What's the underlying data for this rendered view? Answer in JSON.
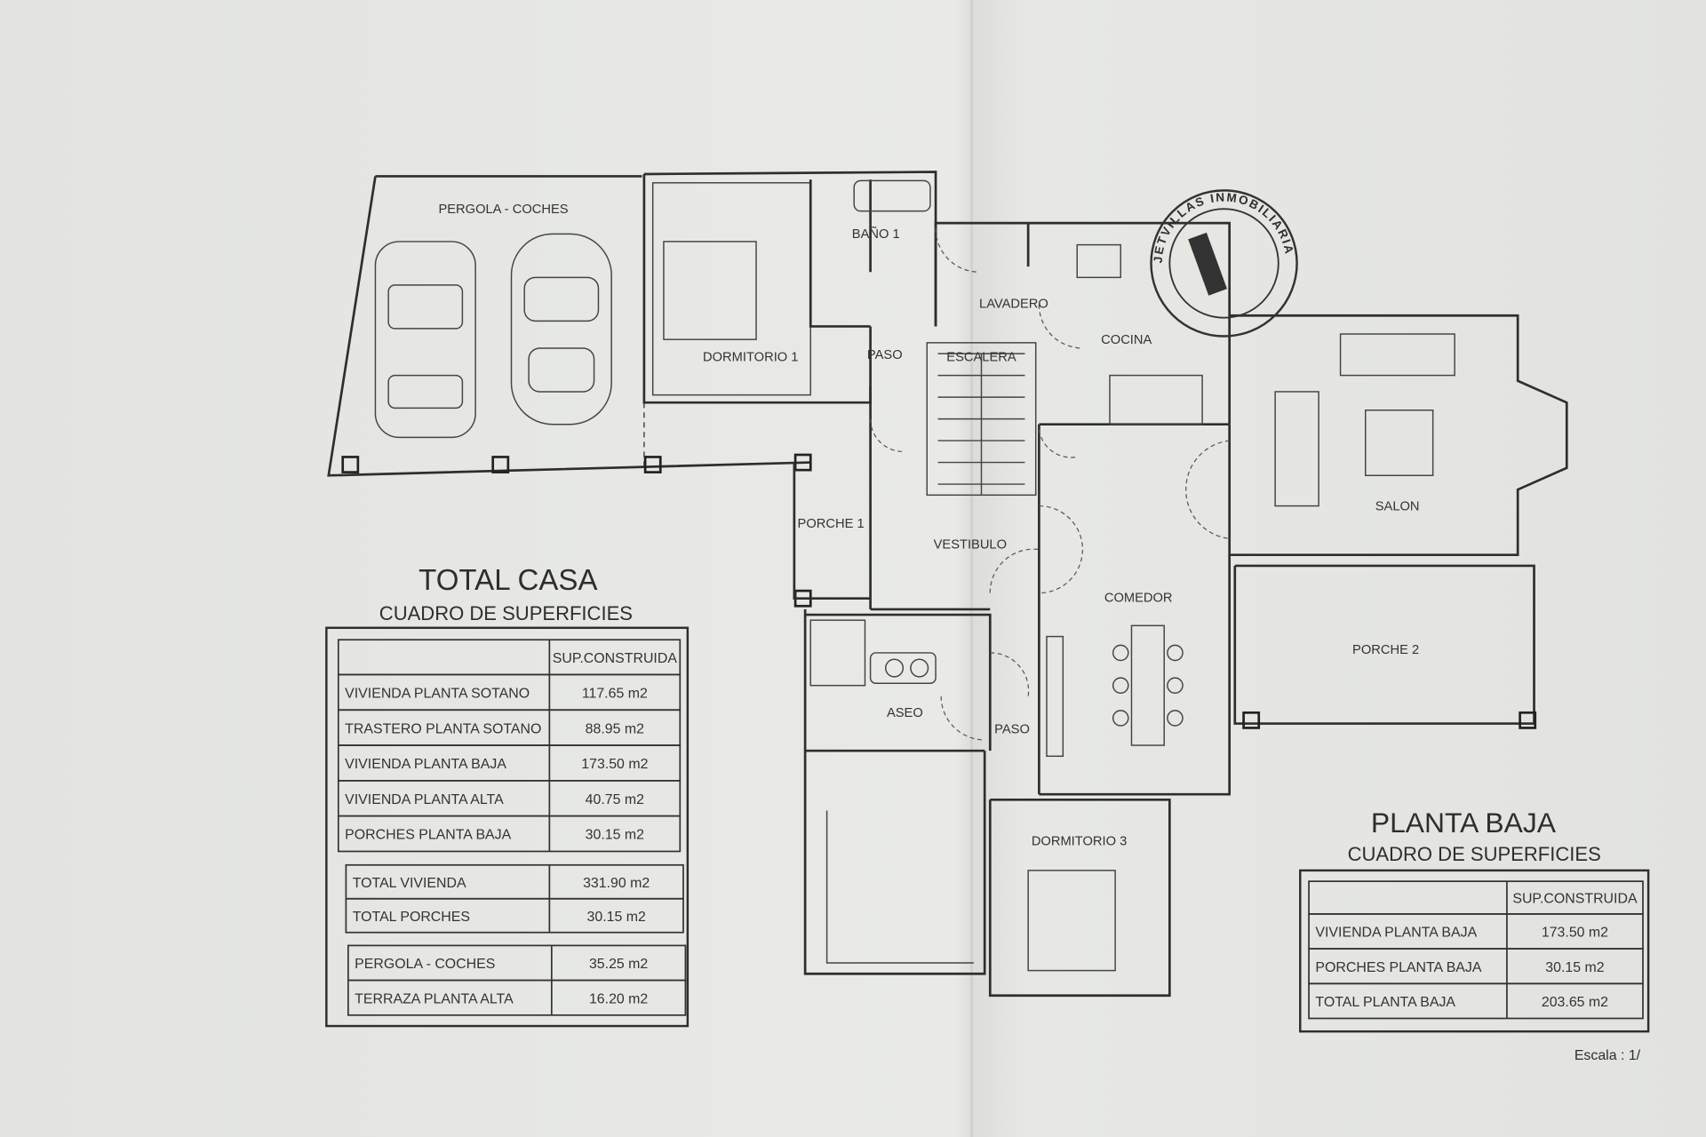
{
  "rooms": {
    "pergola": "PERGOLA - COCHES",
    "dormitorio1": "DORMITORIO 1",
    "bano1": "BAÑO 1",
    "paso1": "PASO",
    "escalera": "ESCALERA",
    "lavadero": "LAVADERO",
    "cocina": "COCINA",
    "salon": "SALON",
    "porche1": "PORCHE 1",
    "vestibulo": "VESTIBULO",
    "comedor": "COMEDOR",
    "porche2": "PORCHE 2",
    "aseo": "ASEO",
    "paso2": "PASO",
    "dormitorio3": "DORMITORIO 3"
  },
  "stamp": {
    "text": "JETVILLAS INMOBILIARIA"
  },
  "total_casa": {
    "title": "TOTAL CASA",
    "subtitle": "CUADRO DE SUPERFICIES",
    "header": "SUP.CONSTRUIDA",
    "rows": [
      {
        "label": "VIVIENDA PLANTA SOTANO",
        "value": "117.65  m2"
      },
      {
        "label": "TRASTERO PLANTA SOTANO",
        "value": "88.95  m2"
      },
      {
        "label": "VIVIENDA PLANTA BAJA",
        "value": "173.50  m2"
      },
      {
        "label": "VIVIENDA PLANTA ALTA",
        "value": "40.75  m2"
      },
      {
        "label": "PORCHES PLANTA BAJA",
        "value": "30.15  m2"
      }
    ],
    "totals": [
      {
        "label": "TOTAL VIVIENDA",
        "value": "331.90  m2"
      },
      {
        "label": "TOTAL PORCHES",
        "value": "30.15  m2"
      }
    ],
    "extras": [
      {
        "label": "PERGOLA - COCHES",
        "value": "35.25  m2"
      },
      {
        "label": "TERRAZA PLANTA ALTA",
        "value": "16.20  m2"
      }
    ]
  },
  "planta_baja": {
    "title": "PLANTA BAJA",
    "subtitle": "CUADRO DE SUPERFICIES",
    "header": "SUP.CONSTRUIDA",
    "rows": [
      {
        "label": "VIVIENDA PLANTA BAJA",
        "value": "173.50  m2"
      },
      {
        "label": "PORCHES PLANTA BAJA",
        "value": "30.15  m2"
      },
      {
        "label": "TOTAL PLANTA BAJA",
        "value": "203.65  m2"
      }
    ]
  },
  "scale": "Escala : 1/"
}
